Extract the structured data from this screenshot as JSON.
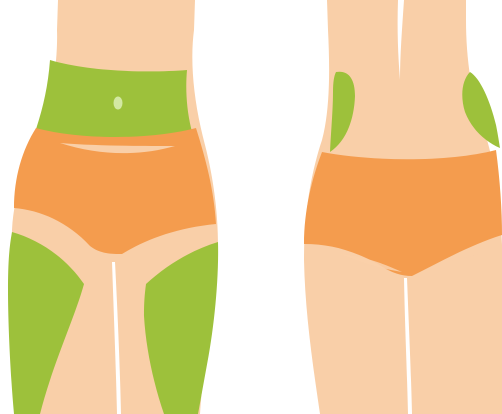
{
  "colors": {
    "skin": "#F9CFA8",
    "briefs": "#F49C4E",
    "highlight": "#9DC13B",
    "navel": "#D3E8A3",
    "background": "#FFFFFF"
  },
  "figures": [
    {
      "view": "front",
      "highlighted_zones": [
        "waist-band",
        "left-thigh",
        "right-thigh"
      ]
    },
    {
      "view": "back",
      "highlighted_zones": [
        "left-flank",
        "right-flank"
      ]
    }
  ]
}
